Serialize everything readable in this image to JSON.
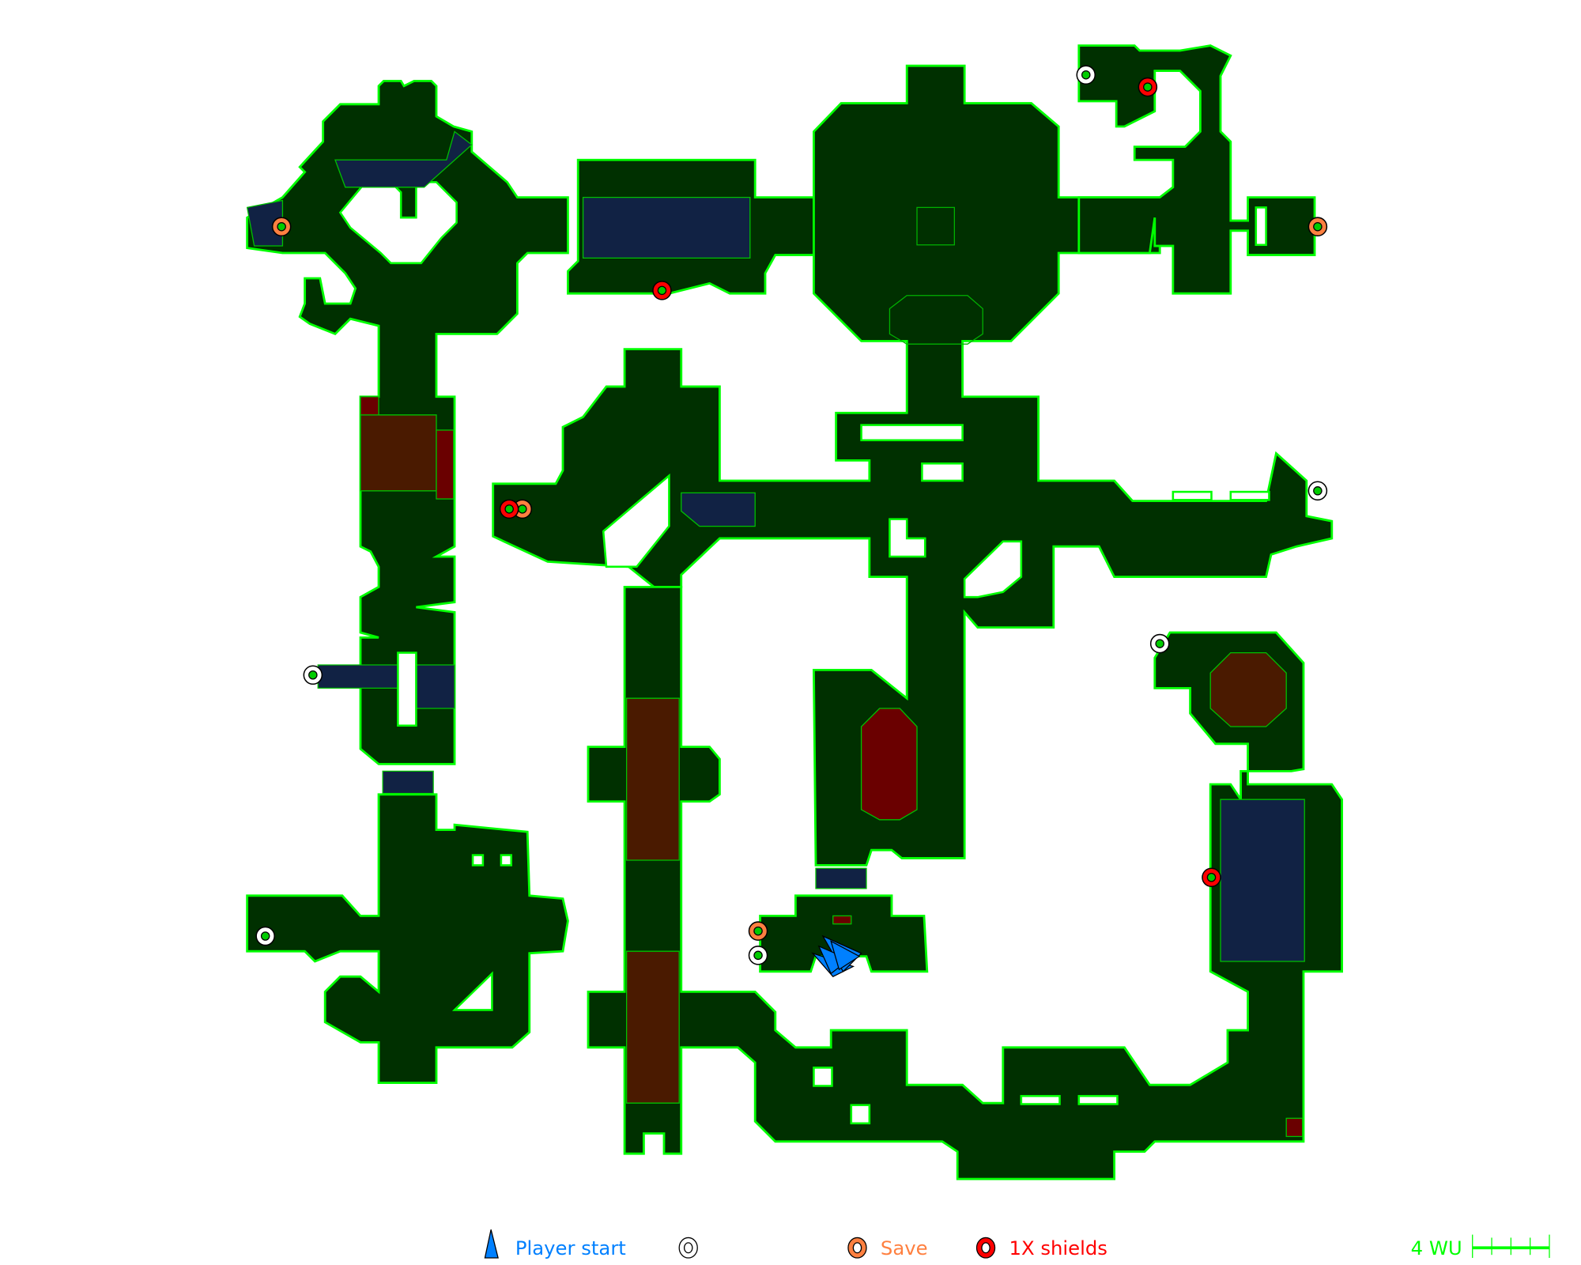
{
  "colors": {
    "floor": "#003000",
    "wall": "#00ff00",
    "liquid": "#112244",
    "lava": "#4a1a00",
    "damage": "#6a0000",
    "player": "#0080ff",
    "save": "#ff8040",
    "shield": "#ff0000"
  },
  "legend": {
    "player_start": "Player start",
    "save": "Save",
    "shields": "1X shields",
    "scale": "4 WU"
  }
}
